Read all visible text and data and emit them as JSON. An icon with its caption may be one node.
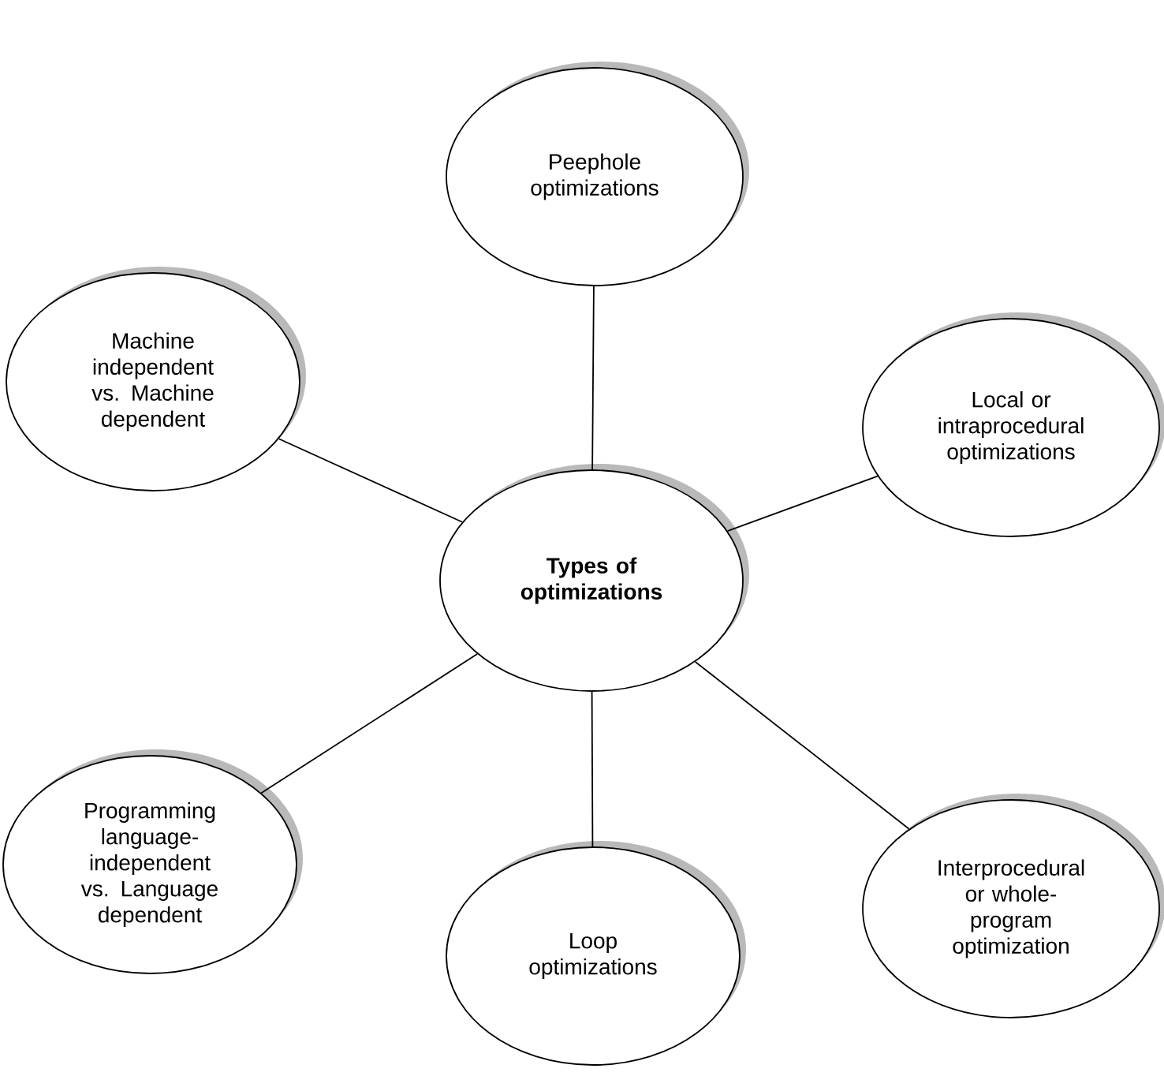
{
  "diagram": {
    "nodes": [
      {
        "text": [
          "Peephole optimizations"
        ]
      },
      {
        "text": [
          "Machine independent vs. Machine dependent"
        ]
      },
      {
        "text": [
          "Local or intraprocedural optimizations"
        ]
      },
      {
        "text": [
          "**Types of optimizations**"
        ]
      },
      {
        "text": [
          "Programming language-independent vs. Language dependent"
        ]
      },
      {
        "text": [
          "Interprocedural or whole-program optimization"
        ]
      },
      {
        "text": [
          "Loop optimizations"
        ]
      }
    ],
    "edges": [
      {
        "from": 3,
        "to": 0,
        "arrow": "none"
      },
      {
        "from": 3,
        "to": 1,
        "arrow": "none"
      },
      {
        "from": 3,
        "to": 2,
        "arrow": "none"
      },
      {
        "from": 3,
        "to": 4,
        "arrow": "none"
      },
      {
        "from": 3,
        "to": 5,
        "arrow": "none"
      },
      {
        "from": 3,
        "to": 6,
        "arrow": "none"
      }
    ]
  }
}
